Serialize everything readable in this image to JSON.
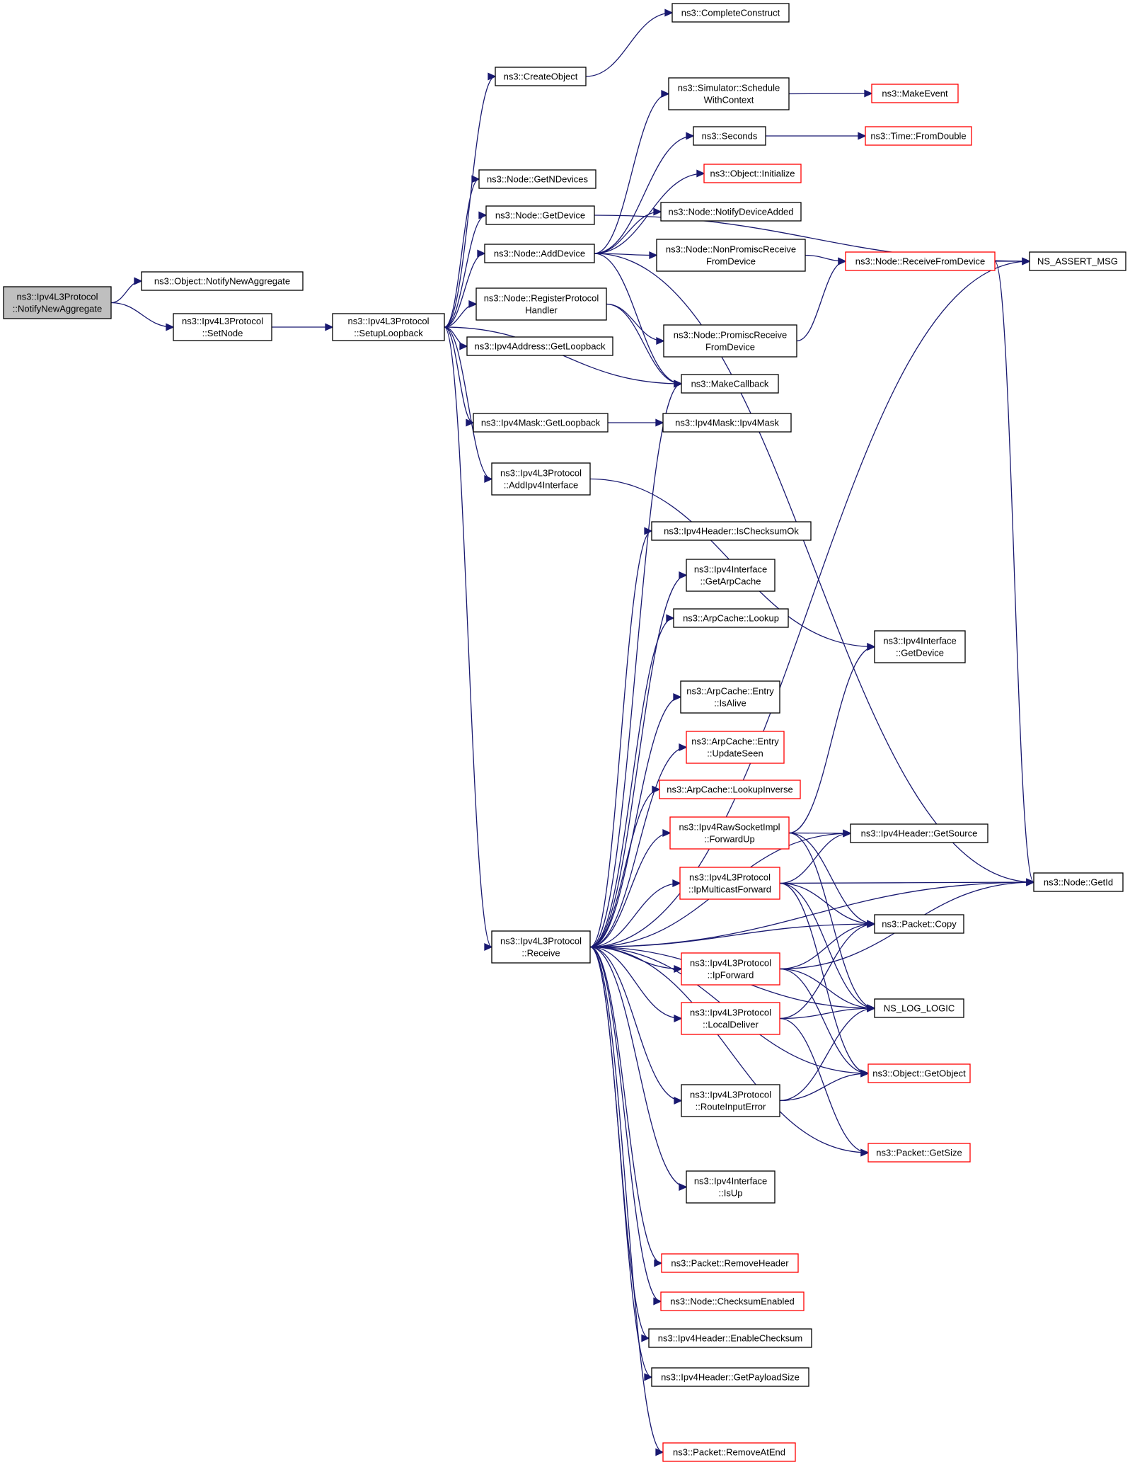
{
  "colors": {
    "edge": "#191970",
    "node_border": "#000000",
    "node_border_truncated": "#ff0000",
    "node_fill": "#ffffff",
    "focus_fill": "#bfbfbf"
  },
  "nodes": [
    {
      "id": "n0",
      "lines": [
        "ns3::Ipv4L3Protocol",
        "::NotifyNewAggregate"
      ],
      "style": "focus"
    },
    {
      "id": "n1",
      "lines": [
        "ns3::Object::NotifyNewAggregate"
      ],
      "style": "normal"
    },
    {
      "id": "n2",
      "lines": [
        "ns3::Ipv4L3Protocol",
        "::SetNode"
      ],
      "style": "normal"
    },
    {
      "id": "n3",
      "lines": [
        "ns3::Ipv4L3Protocol",
        "::SetupLoopback"
      ],
      "style": "normal"
    },
    {
      "id": "n4",
      "lines": [
        "ns3::CreateObject"
      ],
      "style": "normal"
    },
    {
      "id": "n5",
      "lines": [
        "ns3::CompleteConstruct"
      ],
      "style": "normal"
    },
    {
      "id": "n6",
      "lines": [
        "ns3::Node::GetNDevices"
      ],
      "style": "normal"
    },
    {
      "id": "n7",
      "lines": [
        "ns3::Node::GetDevice"
      ],
      "style": "normal"
    },
    {
      "id": "n8",
      "lines": [
        "ns3::Node::AddDevice"
      ],
      "style": "normal"
    },
    {
      "id": "n9",
      "lines": [
        "ns3::Node::RegisterProtocol",
        "Handler"
      ],
      "style": "normal"
    },
    {
      "id": "n10",
      "lines": [
        "ns3::Ipv4Address::GetLoopback"
      ],
      "style": "normal"
    },
    {
      "id": "n11",
      "lines": [
        "ns3::Ipv4Mask::GetLoopback"
      ],
      "style": "normal"
    },
    {
      "id": "n12",
      "lines": [
        "ns3::Ipv4L3Protocol",
        "::AddIpv4Interface"
      ],
      "style": "normal"
    },
    {
      "id": "n13",
      "lines": [
        "ns3::Ipv4L3Protocol",
        "::Receive"
      ],
      "style": "normal"
    },
    {
      "id": "n14",
      "lines": [
        "ns3::Simulator::Schedule",
        "WithContext"
      ],
      "style": "normal"
    },
    {
      "id": "n15",
      "lines": [
        "ns3::MakeEvent"
      ],
      "style": "truncated"
    },
    {
      "id": "n16",
      "lines": [
        "ns3::Seconds"
      ],
      "style": "normal"
    },
    {
      "id": "n17",
      "lines": [
        "ns3::Time::FromDouble"
      ],
      "style": "truncated"
    },
    {
      "id": "n18",
      "lines": [
        "ns3::Object::Initialize"
      ],
      "style": "truncated"
    },
    {
      "id": "n19",
      "lines": [
        "ns3::Node::NotifyDeviceAdded"
      ],
      "style": "normal"
    },
    {
      "id": "n20",
      "lines": [
        "ns3::Node::NonPromiscReceive",
        "FromDevice"
      ],
      "style": "normal"
    },
    {
      "id": "n21",
      "lines": [
        "ns3::Node::ReceiveFromDevice"
      ],
      "style": "truncated"
    },
    {
      "id": "n22",
      "lines": [
        "NS_ASSERT_MSG"
      ],
      "style": "normal"
    },
    {
      "id": "n23",
      "lines": [
        "ns3::Node::PromiscReceive",
        "FromDevice"
      ],
      "style": "normal"
    },
    {
      "id": "n24",
      "lines": [
        "ns3::MakeCallback"
      ],
      "style": "normal"
    },
    {
      "id": "n25",
      "lines": [
        "ns3::Ipv4Mask::Ipv4Mask"
      ],
      "style": "normal"
    },
    {
      "id": "n26",
      "lines": [
        "ns3::Ipv4Header::IsChecksumOk"
      ],
      "style": "normal"
    },
    {
      "id": "n27",
      "lines": [
        "ns3::Ipv4Interface",
        "::GetArpCache"
      ],
      "style": "normal"
    },
    {
      "id": "n28",
      "lines": [
        "ns3::ArpCache::Lookup"
      ],
      "style": "normal"
    },
    {
      "id": "n29",
      "lines": [
        "ns3::Ipv4Interface",
        "::GetDevice"
      ],
      "style": "normal"
    },
    {
      "id": "n30",
      "lines": [
        "ns3::ArpCache::Entry",
        "::IsAlive"
      ],
      "style": "normal"
    },
    {
      "id": "n31",
      "lines": [
        "ns3::ArpCache::Entry",
        "::UpdateSeen"
      ],
      "style": "truncated"
    },
    {
      "id": "n32",
      "lines": [
        "ns3::ArpCache::LookupInverse"
      ],
      "style": "truncated"
    },
    {
      "id": "n33",
      "lines": [
        "ns3::Ipv4RawSocketImpl",
        "::ForwardUp"
      ],
      "style": "truncated"
    },
    {
      "id": "n34",
      "lines": [
        "ns3::Ipv4Header::GetSource"
      ],
      "style": "normal"
    },
    {
      "id": "n35",
      "lines": [
        "ns3::Ipv4L3Protocol",
        "::IpMulticastForward"
      ],
      "style": "truncated"
    },
    {
      "id": "n36",
      "lines": [
        "ns3::Node::GetId"
      ],
      "style": "normal"
    },
    {
      "id": "n37",
      "lines": [
        "ns3::Packet::Copy"
      ],
      "style": "normal"
    },
    {
      "id": "n38",
      "lines": [
        "ns3::Ipv4L3Protocol",
        "::IpForward"
      ],
      "style": "truncated"
    },
    {
      "id": "n39",
      "lines": [
        "NS_LOG_LOGIC"
      ],
      "style": "normal"
    },
    {
      "id": "n40",
      "lines": [
        "ns3::Ipv4L3Protocol",
        "::LocalDeliver"
      ],
      "style": "truncated"
    },
    {
      "id": "n41",
      "lines": [
        "ns3::Ipv4L3Protocol",
        "::RouteInputError"
      ],
      "style": "normal"
    },
    {
      "id": "n42",
      "lines": [
        "ns3::Object::GetObject"
      ],
      "style": "truncated"
    },
    {
      "id": "n43",
      "lines": [
        "ns3::Packet::GetSize"
      ],
      "style": "truncated"
    },
    {
      "id": "n44",
      "lines": [
        "ns3::Ipv4Interface",
        "::IsUp"
      ],
      "style": "normal"
    },
    {
      "id": "n45",
      "lines": [
        "ns3::Packet::RemoveHeader"
      ],
      "style": "truncated"
    },
    {
      "id": "n46",
      "lines": [
        "ns3::Node::ChecksumEnabled"
      ],
      "style": "truncated"
    },
    {
      "id": "n47",
      "lines": [
        "ns3::Ipv4Header::EnableChecksum"
      ],
      "style": "normal"
    },
    {
      "id": "n48",
      "lines": [
        "ns3::Ipv4Header::GetPayloadSize"
      ],
      "style": "normal"
    },
    {
      "id": "n49",
      "lines": [
        "ns3::Packet::RemoveAtEnd"
      ],
      "style": "truncated"
    }
  ],
  "edges": [
    [
      "n0",
      "n1"
    ],
    [
      "n0",
      "n2"
    ],
    [
      "n2",
      "n3"
    ],
    [
      "n3",
      "n4"
    ],
    [
      "n3",
      "n6"
    ],
    [
      "n3",
      "n7"
    ],
    [
      "n3",
      "n8"
    ],
    [
      "n3",
      "n9"
    ],
    [
      "n3",
      "n10"
    ],
    [
      "n3",
      "n24"
    ],
    [
      "n3",
      "n11"
    ],
    [
      "n3",
      "n12"
    ],
    [
      "n3",
      "n13"
    ],
    [
      "n4",
      "n5"
    ],
    [
      "n7",
      "n22"
    ],
    [
      "n8",
      "n14"
    ],
    [
      "n8",
      "n16"
    ],
    [
      "n8",
      "n18"
    ],
    [
      "n8",
      "n19"
    ],
    [
      "n8",
      "n20"
    ],
    [
      "n8",
      "n24"
    ],
    [
      "n8",
      "n36"
    ],
    [
      "n9",
      "n23"
    ],
    [
      "n9",
      "n24"
    ],
    [
      "n14",
      "n15"
    ],
    [
      "n16",
      "n17"
    ],
    [
      "n20",
      "n21"
    ],
    [
      "n23",
      "n21"
    ],
    [
      "n21",
      "n22"
    ],
    [
      "n21",
      "n36"
    ],
    [
      "n11",
      "n25"
    ],
    [
      "n12",
      "n29"
    ],
    [
      "n13",
      "n24"
    ],
    [
      "n13",
      "n22"
    ],
    [
      "n13",
      "n26"
    ],
    [
      "n13",
      "n27"
    ],
    [
      "n13",
      "n28"
    ],
    [
      "n13",
      "n34"
    ],
    [
      "n13",
      "n30"
    ],
    [
      "n13",
      "n31"
    ],
    [
      "n13",
      "n32"
    ],
    [
      "n13",
      "n33"
    ],
    [
      "n13",
      "n35"
    ],
    [
      "n13",
      "n37"
    ],
    [
      "n13",
      "n38"
    ],
    [
      "n13",
      "n40"
    ],
    [
      "n13",
      "n39"
    ],
    [
      "n13",
      "n41"
    ],
    [
      "n13",
      "n42"
    ],
    [
      "n13",
      "n44"
    ],
    [
      "n13",
      "n36"
    ],
    [
      "n13",
      "n45"
    ],
    [
      "n13",
      "n46"
    ],
    [
      "n13",
      "n47"
    ],
    [
      "n13",
      "n48"
    ],
    [
      "n13",
      "n49"
    ],
    [
      "n13",
      "n43"
    ],
    [
      "n33",
      "n29"
    ],
    [
      "n33",
      "n34"
    ],
    [
      "n33",
      "n37"
    ],
    [
      "n33",
      "n39"
    ],
    [
      "n35",
      "n34"
    ],
    [
      "n35",
      "n36"
    ],
    [
      "n35",
      "n37"
    ],
    [
      "n35",
      "n39"
    ],
    [
      "n35",
      "n42"
    ],
    [
      "n38",
      "n37"
    ],
    [
      "n38",
      "n36"
    ],
    [
      "n38",
      "n39"
    ],
    [
      "n38",
      "n42"
    ],
    [
      "n40",
      "n37"
    ],
    [
      "n40",
      "n39"
    ],
    [
      "n40",
      "n43"
    ],
    [
      "n41",
      "n39"
    ],
    [
      "n41",
      "n42"
    ]
  ]
}
